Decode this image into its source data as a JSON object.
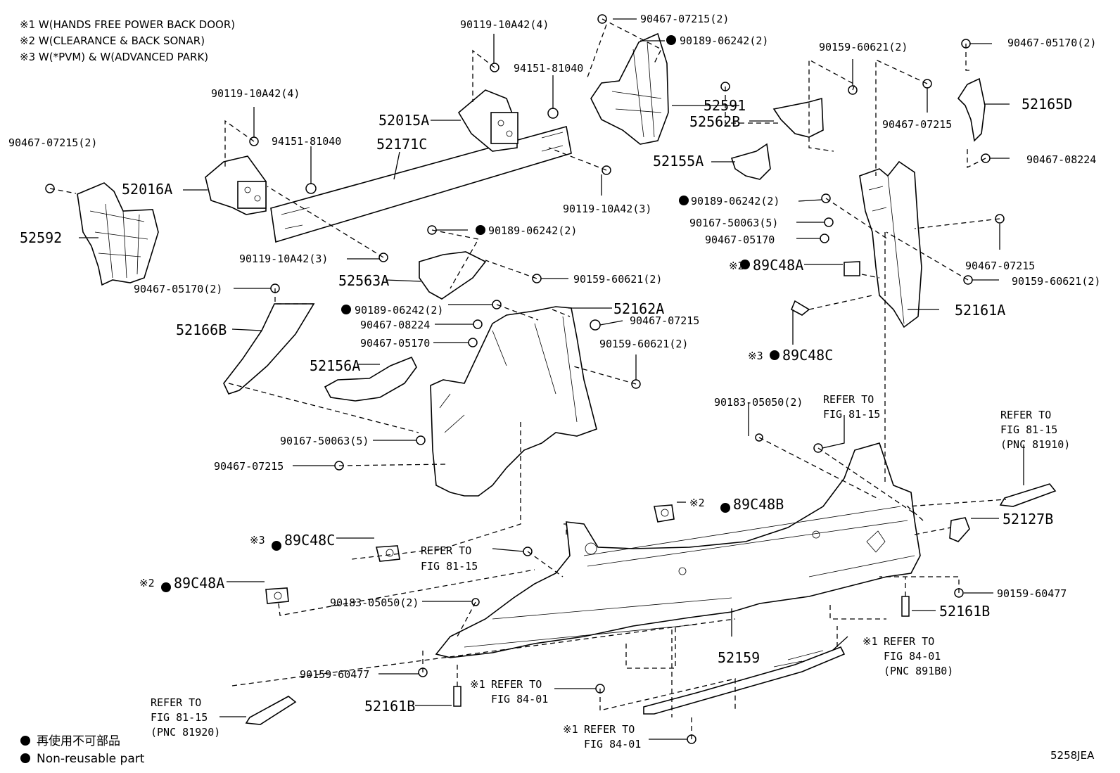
{
  "notes": [
    "※1 W(HANDS FREE POWER BACK DOOR)",
    "※2 W(CLEARANCE & BACK SONAR)",
    "※3 W(*PVM) & W(ADVANCED PARK)"
  ],
  "legend": {
    "jp": "再使用不可部品",
    "en": "Non-reusable part"
  },
  "diagram_code": "5258JEA",
  "labels": {
    "p52592": "52592",
    "p90467_07215_2_l": "90467-07215(2)",
    "p52016A": "52016A",
    "p90119_10A42_4_l": "90119-10A42(4)",
    "p94151_81040_l": "94151-81040",
    "p90119_10A42_3_l": "90119-10A42(3)",
    "p90119_10A42_4_t": "90119-10A42(4)",
    "p94151_81040_t": "94151-81040",
    "p52015A": "52015A",
    "p52171C": "52171C",
    "p90119_10A42_3_r": "90119-10A42(3)",
    "p90467_05170_2_l": "90467-05170(2)",
    "p52166B": "52166B",
    "p90467_07215_2_t": "90467-07215(2)",
    "p90189_06242_2_t": "90189-06242(2)",
    "p52591": "52591",
    "p52562B": "52562B",
    "p90159_60621_2_t": "90159-60621(2)",
    "p90467_07215_t": "90467-07215",
    "p90467_05170_2_r": "90467-05170(2)",
    "p52165D": "52165D",
    "p90467_08224_r": "90467-08224",
    "p52155A": "52155A",
    "p90189_06242_2_m": "90189-06242(2)",
    "p90167_50063_5_m": "90167-50063(5)",
    "p90467_05170_m": "90467-05170",
    "p90467_07215_r": "90467-07215",
    "p90159_60621_2_r": "90159-60621(2)",
    "p89C48A_r": "89C48A",
    "p52161A": "52161A",
    "p89C48C_r": "89C48C",
    "p90189_06242_2_c": "90189-06242(2)",
    "p52563A": "52563A",
    "p90159_60621_2_c": "90159-60621(2)",
    "p90189_06242_2_c2": "90189-06242(2)",
    "p52162A": "52162A",
    "p90467_08224_c": "90467-08224",
    "p90467_07215_c": "90467-07215",
    "p90467_05170_c": "90467-05170",
    "p90159_60621_2_c2": "90159-60621(2)",
    "p52156A": "52156A",
    "p90167_50063_5_l": "90167-50063(5)",
    "p90467_07215_l2": "90467-07215",
    "p90183_05050_2_r": "90183-05050(2)",
    "refer_81_15_a": "REFER TO",
    "refer_81_15_a2": "FIG 81-15",
    "refer_81_15_pnc81910_1": "REFER TO",
    "refer_81_15_pnc81910_2": "FIG 81-15",
    "refer_81_15_pnc81910_3": "(PNC 81910)",
    "p89C48B": "89C48B",
    "p52127B": "52127B",
    "p89C48C_l": "89C48C",
    "refer_81_15_b1": "REFER TO",
    "refer_81_15_b2": "FIG 81-15",
    "p89C48A_l": "89C48A",
    "p90183_05050_2_l": "90183-05050(2)",
    "p90159_60477_r": "90159-60477",
    "p52161B_r": "52161B",
    "p52159": "52159",
    "refer_84_01_a1": "REFER TO",
    "refer_84_01_a2": "FIG 84-01",
    "refer_84_01_a3": "(PNC 891B0)",
    "p90159_60477_l": "90159-60477",
    "p52161B_l": "52161B",
    "refer_84_01_b1": "REFER TO",
    "refer_84_01_b2": "FIG 84-01",
    "refer_81_15_pnc81920_1": "REFER TO",
    "refer_81_15_pnc81920_2": "FIG 81-15",
    "refer_81_15_pnc81920_3": "(PNC 81920)",
    "refer_84_01_c1": "REFER TO",
    "refer_84_01_c2": "FIG 84-01",
    "mark_x1": "※1",
    "mark_x2": "※2",
    "mark_x3": "※3"
  }
}
